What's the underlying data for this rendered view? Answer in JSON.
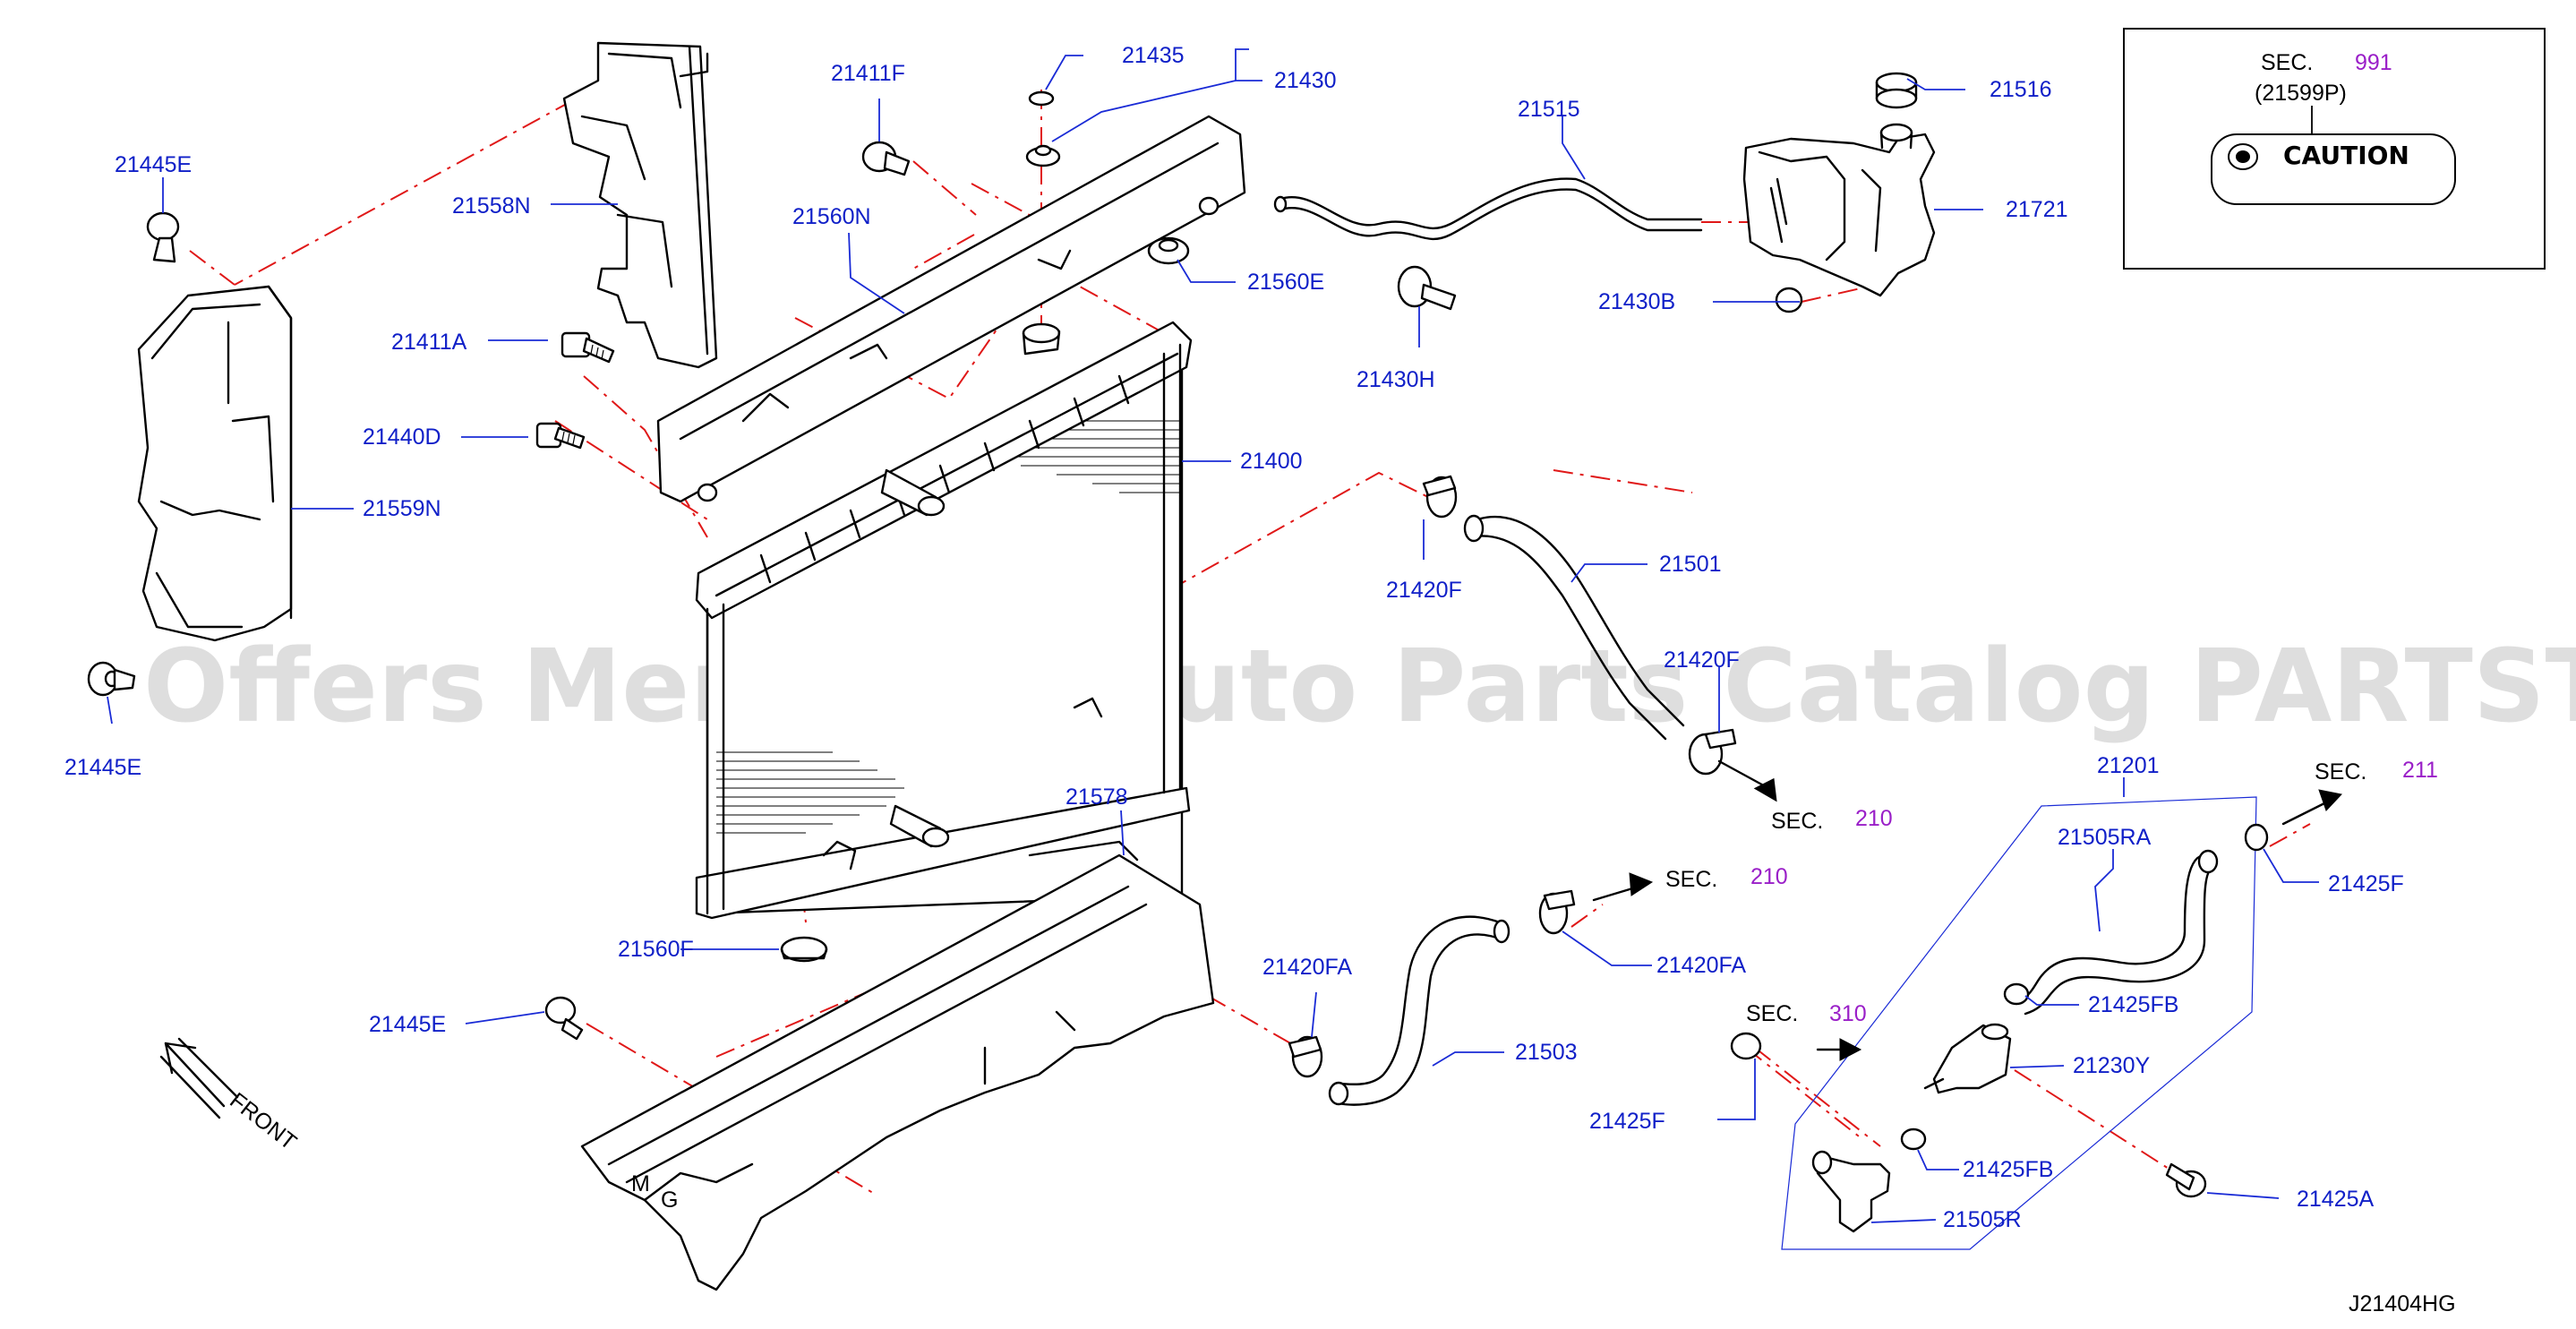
{
  "diagram_code": "J21404HG",
  "watermark": "Offers Merchant Auto Parts Catalog PARTSTORE.SA",
  "front_label": "FRONT",
  "inset": {
    "sec_prefix": "SEC.",
    "sec_number": "991",
    "part_ref": "(21599P)",
    "caution_text": "CAUTION"
  },
  "sec_refs": [
    {
      "prefix": "SEC.",
      "number": "210"
    },
    {
      "prefix": "SEC.",
      "number": "210"
    },
    {
      "prefix": "SEC.",
      "number": "211"
    },
    {
      "prefix": "SEC.",
      "number": "310"
    }
  ],
  "part_labels": {
    "p21445E_top": "21445E",
    "p21558N": "21558N",
    "p21411F": "21411F",
    "p21435": "21435",
    "p21430": "21430",
    "p21560N": "21560N",
    "p21515": "21515",
    "p21516": "21516",
    "p21721": "21721",
    "p21430B": "21430B",
    "p21560E": "21560E",
    "p21430H": "21430H",
    "p21411A": "21411A",
    "p21440D": "21440D",
    "p21400": "21400",
    "p21559N": "21559N",
    "p21420F_a": "21420F",
    "p21501": "21501",
    "p21420F_b": "21420F",
    "p21445E_mid": "21445E",
    "p21578": "21578",
    "p21201": "21201",
    "p21505RA": "21505RA",
    "p21425F_a": "21425F",
    "p21560F": "21560F",
    "p21420FA_a": "21420FA",
    "p21420FA_b": "21420FA",
    "p21445E_bot": "21445E",
    "p21503": "21503",
    "p21425FB_a": "21425FB",
    "p21230Y": "21230Y",
    "p21425F_b": "21425F",
    "p21425FB_b": "21425FB",
    "p21425A": "21425A",
    "p21505R": "21505R"
  }
}
